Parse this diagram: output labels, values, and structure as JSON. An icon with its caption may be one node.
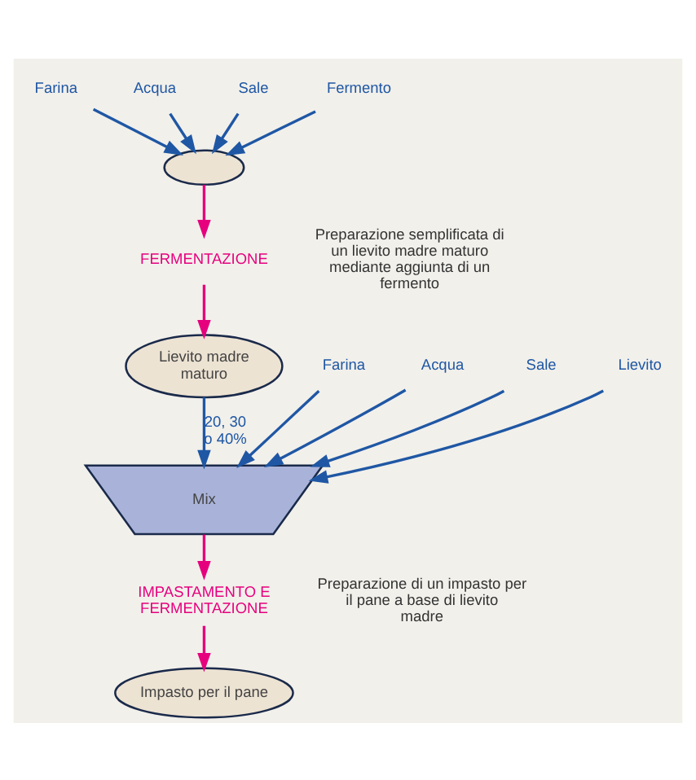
{
  "diagram": {
    "nodes": [
      {
        "text": [
          "Farina"
        ]
      },
      {
        "text": [
          "Acqua"
        ]
      },
      {
        "text": [
          "Sale"
        ]
      },
      {
        "text": [
          "Fermento"
        ]
      },
      {
        "text": [],
        "shape": "ellipse"
      },
      {
        "text": [
          "FERMENTAZIONE"
        ]
      },
      {
        "text": [
          "Lievito madre maturo"
        ]
      },
      {
        "text": [
          "Farina"
        ]
      },
      {
        "text": [
          "Acqua"
        ]
      },
      {
        "text": [
          "Sale"
        ]
      },
      {
        "text": [
          "Lievito"
        ]
      },
      {
        "text": [
          "Mix"
        ]
      },
      {
        "text": [
          "IMPASTAMENTO E FERMENTAZIONE"
        ]
      },
      {
        "text": [
          "Impasto per il pane"
        ]
      }
    ],
    "edges": [
      {
        "from": 0,
        "to": 4,
        "arrow": "to"
      },
      {
        "from": 1,
        "to": 4,
        "arrow": "to"
      },
      {
        "from": 2,
        "to": 4,
        "arrow": "to"
      },
      {
        "from": 3,
        "to": 4,
        "arrow": "to"
      },
      {
        "from": 4,
        "to": 5,
        "arrow": "to",
        "color": "#e6007e"
      },
      {
        "from": 5,
        "to": 6,
        "arrow": "to",
        "color": "#e6007e"
      },
      {
        "from": 6,
        "to": 11,
        "arrow": "to",
        "label": "20, 30 o 40%"
      },
      {
        "from": 7,
        "to": 11,
        "arrow": "to"
      },
      {
        "from": 8,
        "to": 11,
        "arrow": "to"
      },
      {
        "from": 9,
        "to": 11,
        "arrow": "to"
      },
      {
        "from": 10,
        "to": 11,
        "arrow": "to"
      },
      {
        "from": 11,
        "to": 12,
        "arrow": "to",
        "color": "#e6007e"
      },
      {
        "from": 12,
        "to": 13,
        "arrow": "to",
        "color": "#e6007e"
      }
    ],
    "labels": [
      "Preparazione semplificata di un lievito madre maturo mediante aggiunta di un fermento",
      "Preparazione di un impasto per il pane a base di lievito madre"
    ]
  }
}
